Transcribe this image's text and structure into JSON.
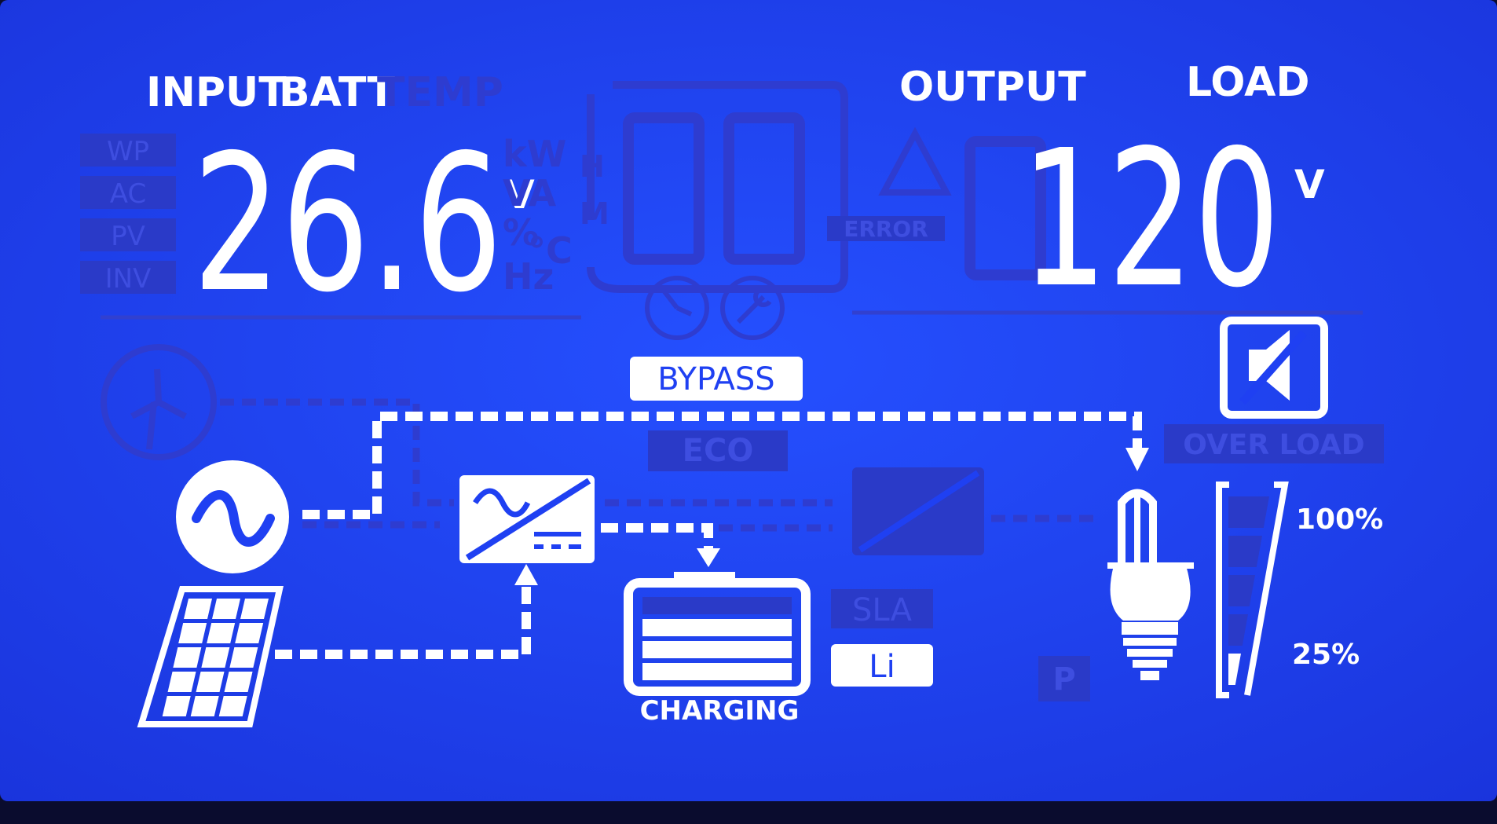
{
  "header": {
    "input_label": "INPUT",
    "batt_label": "BATT",
    "temp_label": "TEMP",
    "output_label": "OUTPUT",
    "load_label": "LOAD"
  },
  "source_tags": [
    "WP",
    "AC",
    "PV",
    "INV"
  ],
  "left_display": {
    "value": "26.6",
    "unit": "V",
    "ghost_units": [
      "kW",
      "VA",
      "%",
      "°C",
      "Hz"
    ]
  },
  "right_display": {
    "value": "120",
    "unit": "V"
  },
  "timer_labels": {
    "hours": "H",
    "minutes": "M"
  },
  "error_label": "ERROR",
  "bypass_label": "BYPASS",
  "eco_label": "ECO",
  "overload_label": "OVER LOAD",
  "battery_types": {
    "sla": "SLA",
    "li": "Li"
  },
  "charging_label": "CHARGING",
  "priority_label": "P",
  "load_scale": {
    "top": "100%",
    "bottom": "25%",
    "level_percent": 25
  },
  "battery_level": {
    "lit_bars": 3,
    "total_bars": 4
  },
  "colors": {
    "panel": "#1f40f2",
    "panel_edge": "#1733d6",
    "lit": "#ffffff",
    "ghost": "#2a36c8",
    "ghost_text": "#3a46d8"
  }
}
